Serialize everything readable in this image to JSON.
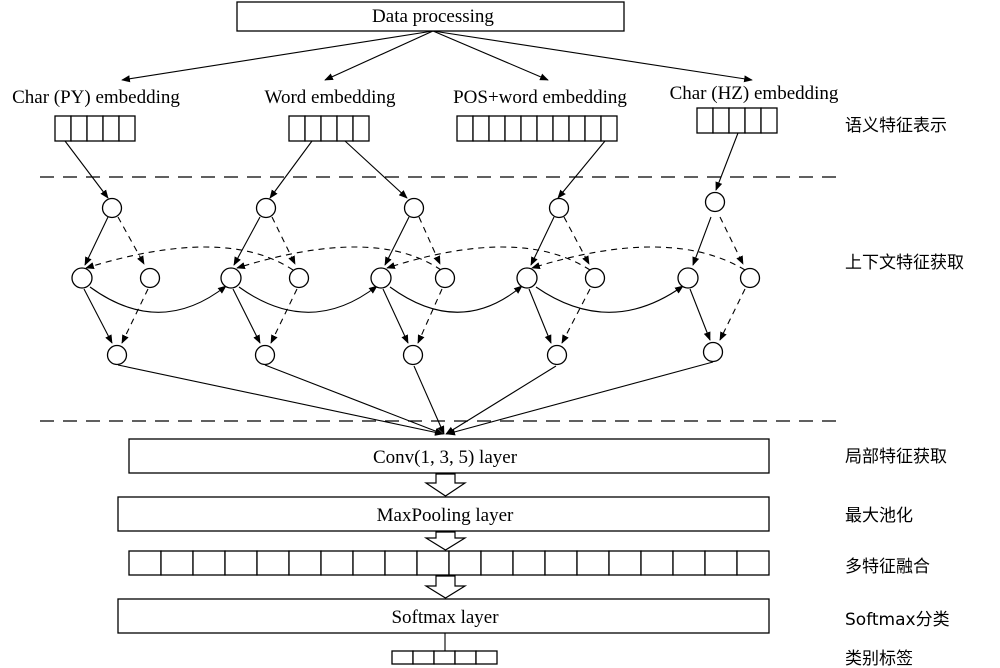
{
  "top_box": {
    "label": "Data processing"
  },
  "embeddings": [
    {
      "label": "Char (PY) embedding"
    },
    {
      "label": "Word embedding"
    },
    {
      "label": "POS+word embedding"
    },
    {
      "label": "Char (HZ) embedding"
    }
  ],
  "layers": {
    "conv": "Conv(1, 3, 5) layer",
    "maxpool": "MaxPooling layer",
    "softmax": "Softmax layer"
  },
  "side_labels": {
    "semantic": "语义特征表示",
    "context": "上下文特征获取",
    "local": "局部特征获取",
    "pooling": "最大池化",
    "fusion": "多特征融合",
    "softmax": "Softmax分类",
    "label": "类别标签"
  }
}
